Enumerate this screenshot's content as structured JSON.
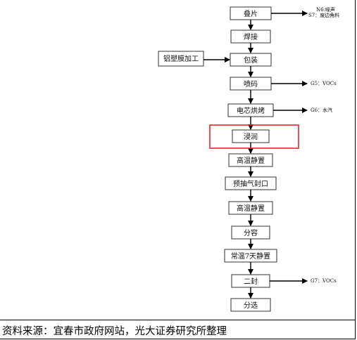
{
  "steps": [
    "叠片",
    "焊接",
    "包装",
    "喷码",
    "电芯烘烤",
    "浸润",
    "高温静置",
    "预抽气封口",
    "高温静置",
    "分容",
    "常温7天静置",
    "二封",
    "分选"
  ],
  "side_input": {
    "label": "铝塑膜加工",
    "target_step": 2
  },
  "outputs": [
    {
      "step": 0,
      "lines": [
        "N6:噪声",
        "S7：废边角料"
      ]
    },
    {
      "step": 3,
      "lines": [
        "G5：VOCs"
      ]
    },
    {
      "step": 4,
      "lines": [
        "G6：水汽"
      ]
    },
    {
      "step": 11,
      "lines": [
        "G7：VOCs"
      ]
    }
  ],
  "highlight": {
    "step": 5,
    "color": "#e8262b"
  },
  "source": "资料来源：宜春市政府网站，光大证券研究所整理"
}
